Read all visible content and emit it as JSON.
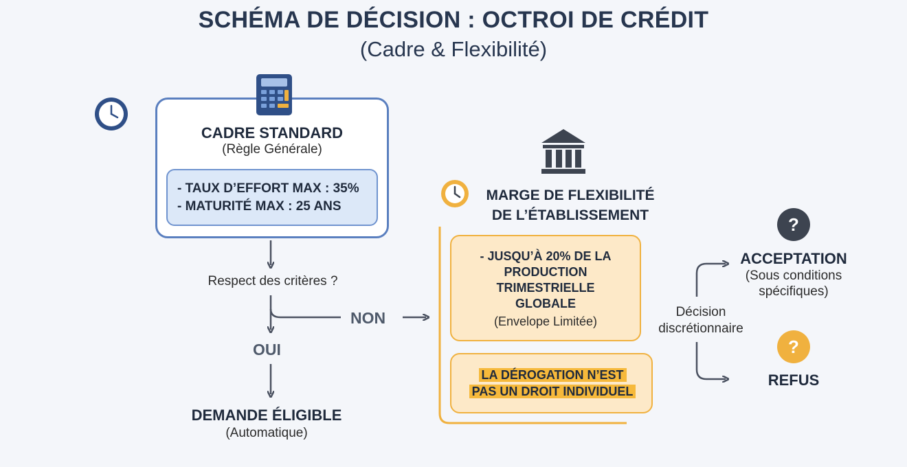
{
  "title": "SCHÉMA DE DÉCISION : OCTROI DE CRÉDIT",
  "subtitle": "(Cadre & Flexibilité)",
  "standard": {
    "title": "CADRE STANDARD",
    "subtitle": "(Règle Générale)",
    "rule_1": "- TAUX D’EFFORT MAX : 35%",
    "rule_2": "- MATURITÉ MAX : 25 ANS"
  },
  "flow": {
    "question": "Respect des critères ?",
    "no_label": "NON",
    "yes_label": "OUI",
    "result_title": "DEMANDE ÉLIGIBLE",
    "result_sub": "(Automatique)"
  },
  "flexibility": {
    "title_line1": "MARGE DE FLEXIBILITÉ",
    "title_line2": "DE L’ÉTABLISSEMENT",
    "limit_line1": "- JUSQU’À 20% DE LA",
    "limit_line2": "PRODUCTION",
    "limit_line3": "TRIMESTRIELLE",
    "limit_line4": "GLOBALE",
    "limit_note": "(Envelope Limitée)",
    "warning_line1": "LA DÉROGATION N’EST",
    "warning_line2": "PAS UN DROIT INDIVIDUEL"
  },
  "decision": {
    "label_line1": "Décision",
    "label_line2": "discrétionnaire",
    "accept_title": "ACCEPTATION",
    "accept_sub_line1": "(Sous conditions",
    "accept_sub_line2": "spécifiques)",
    "refuse_title": "REFUS",
    "question_mark": "?"
  },
  "colors": {
    "blue_accent": "#5a7fbf",
    "orange_accent": "#f0b13f",
    "arrow": "#4a5160",
    "dark_icon": "#3d4450"
  },
  "icons": [
    "clock-icon",
    "calculator-icon",
    "bank-icon",
    "question-icon"
  ]
}
